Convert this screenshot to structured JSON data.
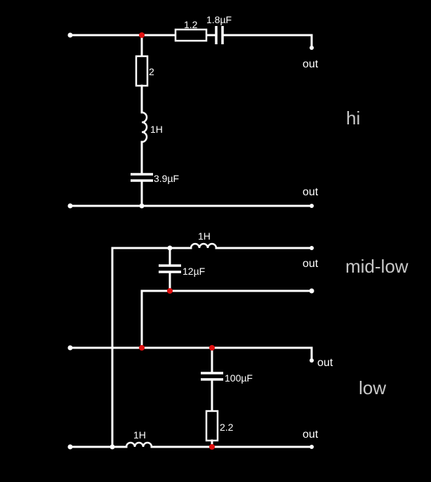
{
  "diagram": {
    "sections": [
      {
        "id": "hi",
        "title": "hi",
        "outputs": [
          "out",
          "out"
        ]
      },
      {
        "id": "mid-low",
        "title": "mid-low",
        "outputs": [
          "out"
        ]
      },
      {
        "id": "low",
        "title": "low",
        "outputs": [
          "out",
          "out"
        ]
      }
    ],
    "components": {
      "hi_r_series": "1.2",
      "hi_c_series": "1.8µF",
      "hi_r_shunt": "2",
      "hi_l_shunt": "1H",
      "hi_c_shunt": "3.9µF",
      "mid_l": "1H",
      "mid_c": "12µF",
      "low_c": "100µF",
      "low_r": "2.2",
      "low_l": "1H"
    },
    "colors": {
      "background": "#000000",
      "wire": "#ffffff",
      "junction": "#e01010",
      "title": "#c8c8c8"
    }
  }
}
